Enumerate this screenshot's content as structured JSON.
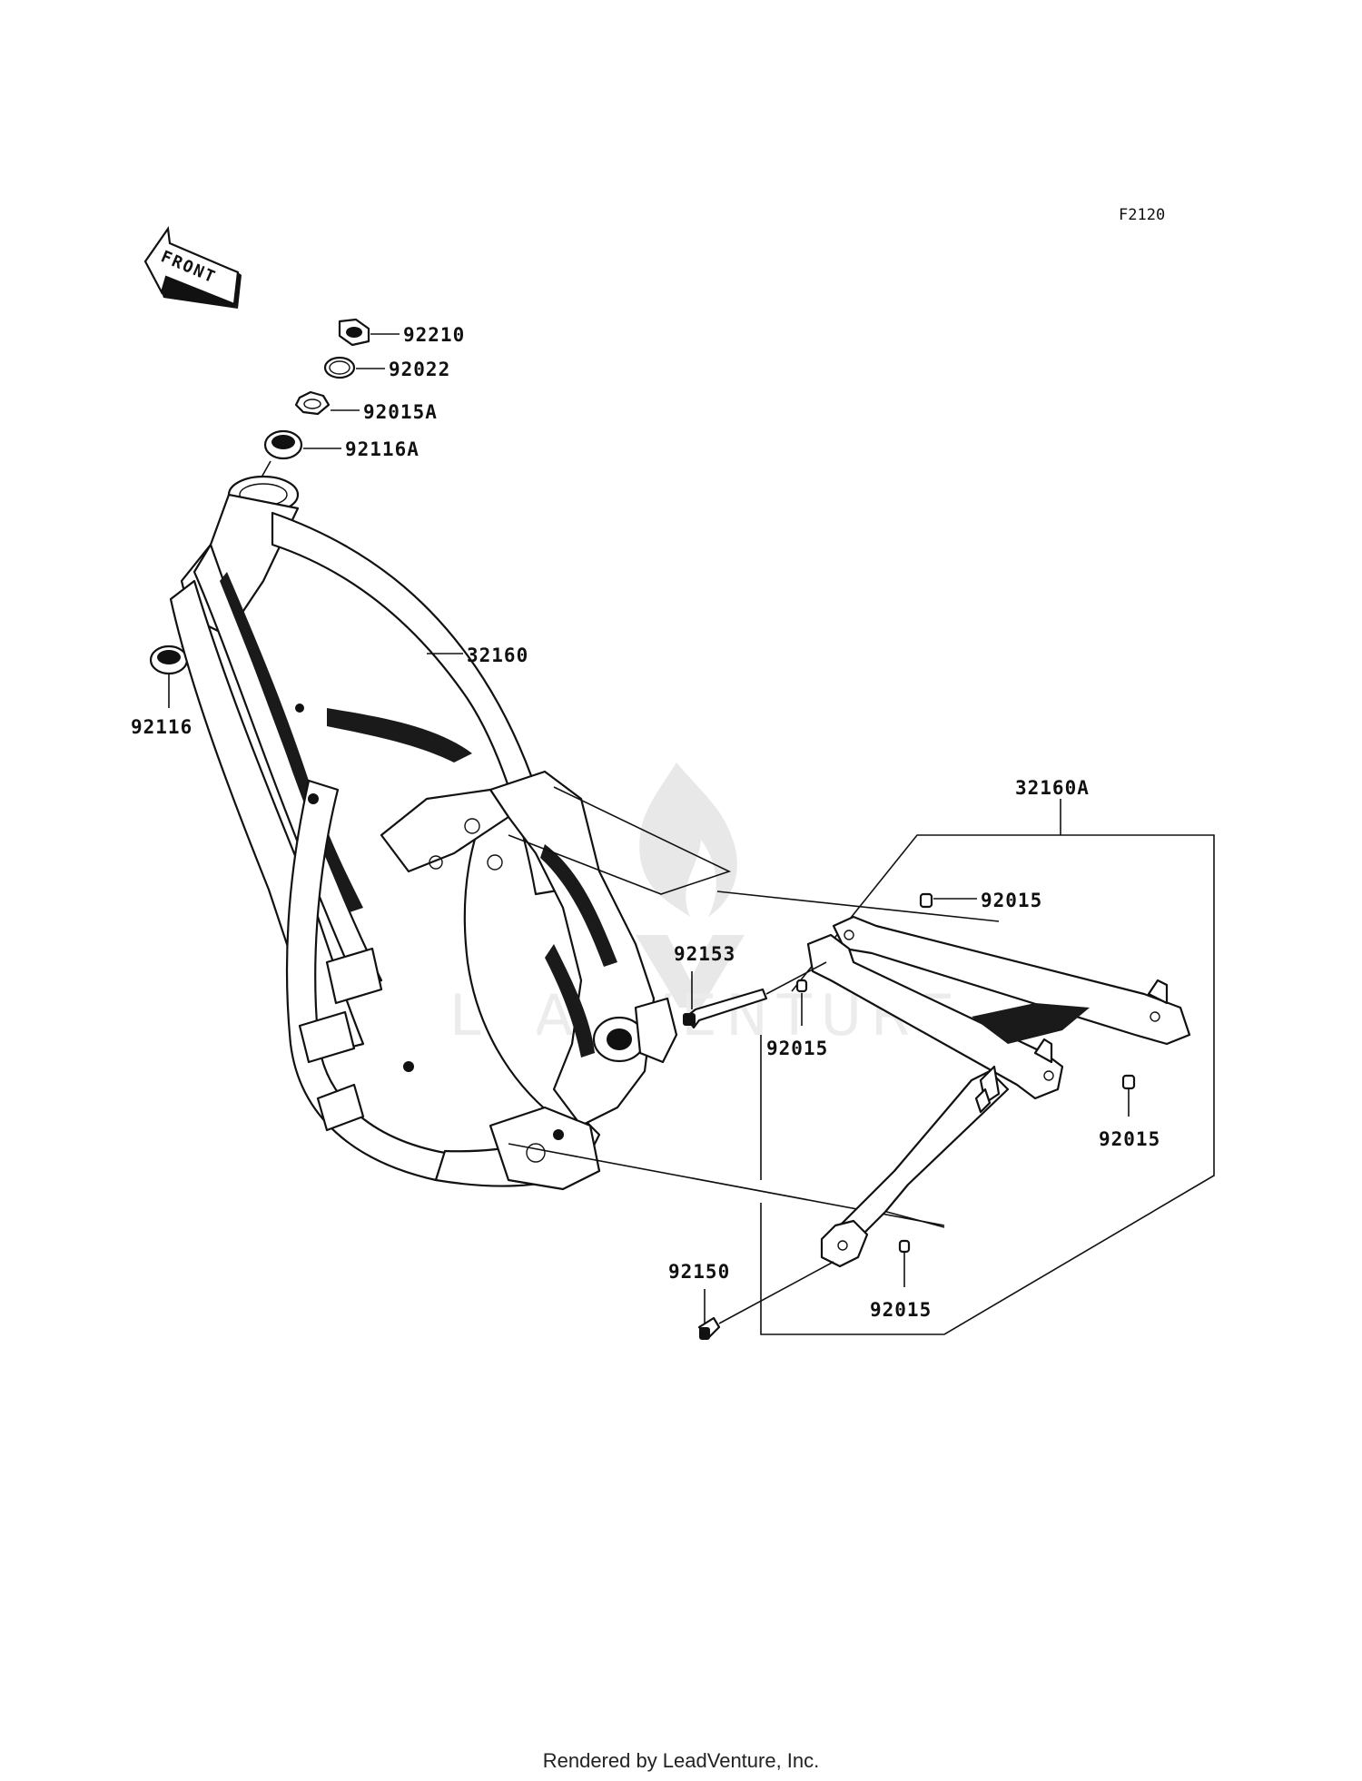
{
  "diagram": {
    "code": "F2120",
    "direction_label": "FRONT",
    "watermark": "LEADVENTURE",
    "parts": {
      "p92210": "92210",
      "p92022": "92022",
      "p92015A": "92015A",
      "p92116A": "92116A",
      "p92116": "92116",
      "p32160": "32160",
      "p32160A": "32160A",
      "p92015_a": "92015",
      "p92015_b": "92015",
      "p92015_c": "92015",
      "p92015_d": "92015",
      "p92153": "92153",
      "p92150": "92150"
    }
  },
  "footer": {
    "text": "Rendered by LeadVenture, Inc."
  }
}
